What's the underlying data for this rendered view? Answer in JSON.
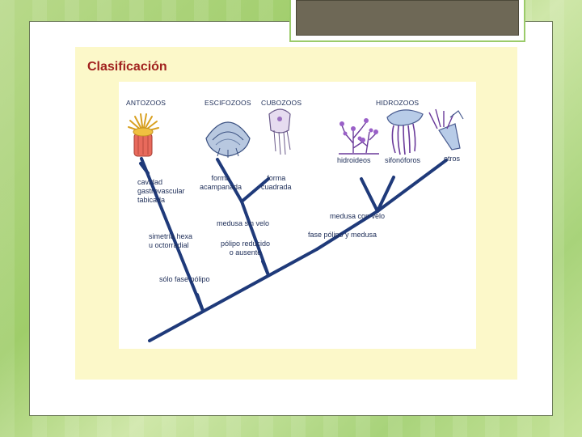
{
  "slide": {
    "title": "Clasificación"
  },
  "groups": {
    "antozoos": "ANTOZOOS",
    "escifozoos": "ESCIFOZOOS",
    "cubozoos": "CUBOZOOS",
    "hidrozoos": "HIDROZOOS"
  },
  "subgroups": {
    "hidroideos": "hidroideos",
    "sifonoforos": "sifonóforos",
    "otros": "otros"
  },
  "traits": {
    "cavidad_1": "cavidad",
    "cavidad_2": "gastrovascular",
    "cavidad_3": "tabicada",
    "forma_camp_1": "forma",
    "forma_camp_2": "acampanada",
    "forma_cuad_1": "forma",
    "forma_cuad_2": "cuadrada",
    "medusa_sin_velo": "medusa sin velo",
    "medusa_con_velo": "medusa con velo",
    "simetria_1": "simetría hexa",
    "simetria_2": "u octorradial",
    "polipo_1": "pólipo reducido",
    "polipo_2": "o ausente",
    "fase_polipo_medusa": "fase pólipo y medusa",
    "solo_fase_polipo": "sólo fase pólipo"
  },
  "colors": {
    "branch": "#1f3a7a",
    "title": "#a1221e",
    "panel": "#fcf8c9"
  }
}
